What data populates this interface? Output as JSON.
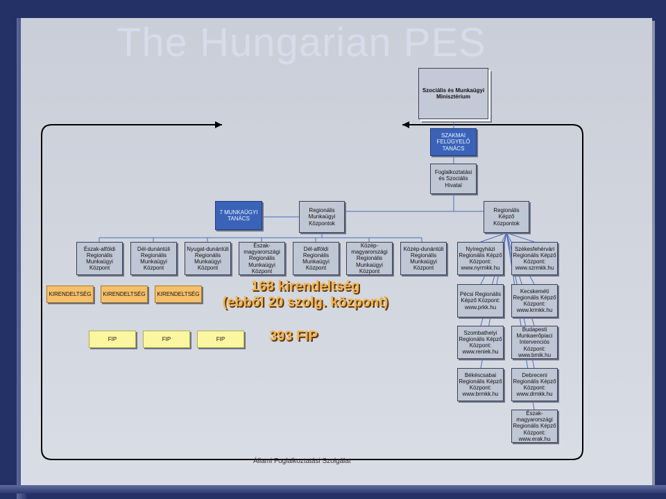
{
  "title": "The Hungarian PES",
  "ministry": "Szociális és Munkaügyi Minisztérium",
  "szakmai": "SZAKMAI FELÜGYELŐ TANÁCS",
  "hivatal": "Foglalkoztatási és Szociális Hivatal",
  "munkaugyi_tanacs": "7 MUNKAÜGYI TANÁCS",
  "regionalis_kozpontok": "Regionális Munkaügyi Központok",
  "kepzo_kozpontok": "Regionális Képző Központok",
  "regional_centres": [
    "Észak-alföldi Regionális Munkaügyi Központ",
    "Dél-dunántúli Regionális Munkaügyi Központ",
    "Nyugat-dunántúli Regionális Munkaügyi Központ",
    "Észak-magyarországi Regionális Munkaügyi Központ",
    "Dél-alföldi Regionális Munkaügyi Központ",
    "Közép-magyarországi Regionális Munkaügyi Központ",
    "Közép-dunántúli Regionális Munkaügyi Központ"
  ],
  "kirendeltseg": [
    "KIRENDELTSÉG",
    "KIRENDELTSÉG",
    "KIRENDELTSÉG"
  ],
  "fip": [
    "FIP",
    "FIP",
    "FIP"
  ],
  "kirendeltseg_count_line1": "168 kirendeltség",
  "kirendeltseg_count_line2": "(ebből 20 szolg. központ)",
  "fip_count": "393 FIP",
  "training_centres": [
    "Nyíregyházi Regionális Képző Központ: www.nyrmkk.hu",
    "Székesfehérvári Regionális Képző Központ: www.szrmkk.hu",
    "Pécsi Regionális Képző Központ: www.prkk.hu",
    "Kecskeméti Regionális Képző Központ: www.krmkk.hu",
    "Szombathelyi Regionális Képző Központ: www.reniek.hu",
    "Budapesti Munkaerőpiaci Intervenciós Központ: www.bmik.hu",
    "Békéscsabai Regionális Képző Központ: www.brmkk.hu",
    "Debreceni Regionális Képző Központ: www.drmkk.hu",
    "Észak-magyarországi Regionális Képző Központ: www.erak.hu"
  ],
  "footer": "Állami Foglalkoztatási Szolgálat",
  "colors": {
    "background": "#243166",
    "panel": "#c9ced8",
    "accent_orange": "#f5b24a",
    "box_blue": "#3a63b8"
  }
}
